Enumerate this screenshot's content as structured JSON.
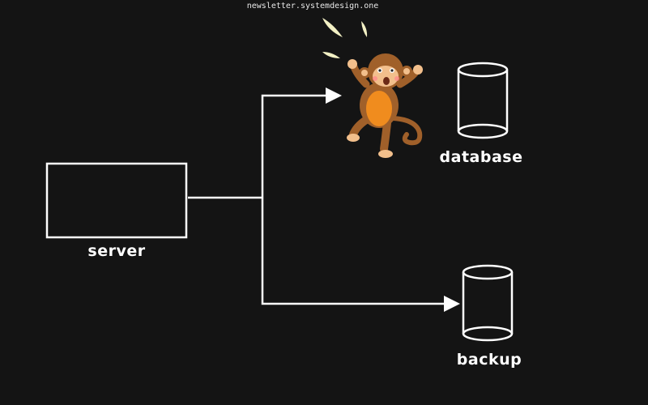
{
  "watermark": "newsletter.systemdesign.one",
  "nodes": {
    "server": {
      "label": "server"
    },
    "database": {
      "label": "database"
    },
    "backup": {
      "label": "backup"
    }
  },
  "mascot": {
    "icon": "monkey-icon"
  },
  "colors": {
    "background": "#141414",
    "stroke": "#ffffff",
    "monkey_fur": "#a0602a",
    "monkey_belly": "#f08c1e",
    "monkey_face": "#f2bf8c",
    "motion_marks": "#f2f0c4"
  }
}
